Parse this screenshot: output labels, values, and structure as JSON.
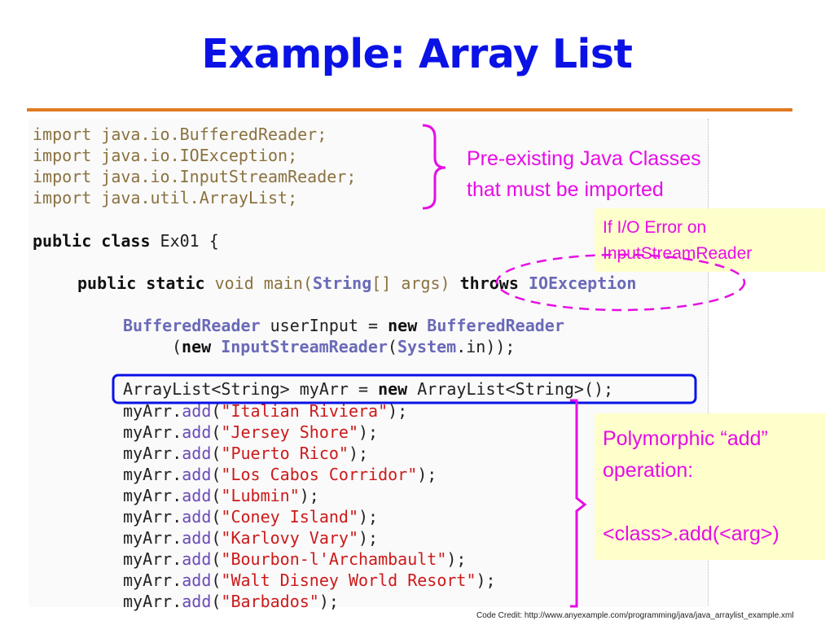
{
  "title": "Example: Array List",
  "code": {
    "imports": [
      "import java.io.BufferedReader;",
      "import java.io.IOException;",
      "import java.io.InputStreamReader;",
      "import java.util.ArrayList;"
    ],
    "class_keyword": "public class",
    "class_name": "Ex01 {",
    "main_keywords": "public static",
    "main_sig": "void main(",
    "main_string": "String",
    "main_args": "[] args)",
    "throws_keyword": "throws",
    "exception_name": "IOException",
    "reader_type": "BufferedReader",
    "reader_decl": " userInput = ",
    "new_kw": "new",
    "reader_type2": "BufferedReader",
    "paren_open": "(",
    "isr_type": "InputStreamReader",
    "system_name": "System",
    "system_tail": ".in));",
    "arraylist_decl": "ArrayList<String> myArr = ",
    "arraylist_tail": "ArrayList<String>();",
    "add_prefix": "myArr.",
    "add_method": "add",
    "adds": [
      "\"Italian Riviera\"",
      "\"Jersey Shore\"",
      "\"Puerto Rico\"",
      "\"Los Cabos Corridor\"",
      "\"Lubmin\"",
      "\"Coney Island\"",
      "\"Karlovy Vary\"",
      "\"Bourbon-l'Archambault\"",
      "\"Walt Disney World Resort\"",
      "\"Barbados\""
    ]
  },
  "annotations": {
    "imports_note": [
      "Pre-existing Java Classes",
      "that must be imported"
    ],
    "io_error_note": [
      "If I/O Error on",
      "InputStreamReader"
    ],
    "polymorphic_note": [
      "Polymorphic “add”",
      "operation:",
      "",
      "<class>.add(<arg>)"
    ]
  },
  "credit": "Code Credit:  http://www.anyexample.com/programming/java/java_arraylist_example.xml",
  "colors": {
    "title": "#0a12e6",
    "rule": "#e07b21",
    "annotation": "#e60de6",
    "highlight_box": "#0a12e6",
    "callout_bg": "#ffffcc"
  }
}
